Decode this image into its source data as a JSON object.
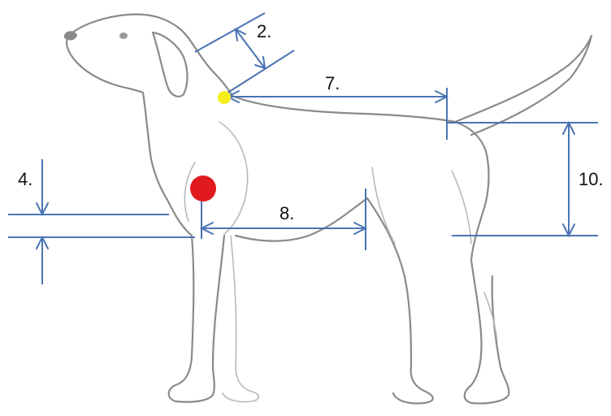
{
  "labels": {
    "m2": "2.",
    "m4": "4.",
    "m7": "7.",
    "m8": "8.",
    "m10": "10."
  },
  "colors": {
    "measure_line": "#4a74b4",
    "neck_point": "#f5ee1a",
    "chest_point": "#e01a1f",
    "sketch": "#8a8a8a"
  },
  "figure": {
    "subject": "dog-side-view-sketch"
  }
}
